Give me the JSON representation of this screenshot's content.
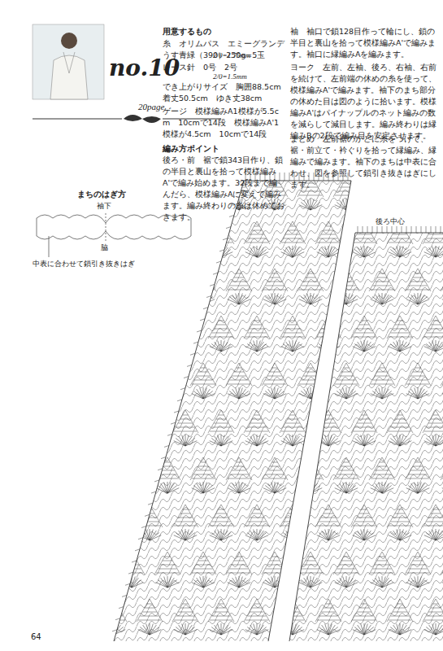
{
  "diagram": {
    "title": "no.10",
    "labels": [
      "20page",
      "用意するもの",
      "糸　オリムパス　エミーグランデ　うす青緑（390）250g=5玉",
      "レース針　0号　2号",
      "2/0=1.75mm",
      "2/0=1.5mm",
      "でき上がりサイズ　胸囲88.5cm　着丈50.5cm　ゆき丈38cm",
      "ゲージ　模様編みA1模様が5.5cm　10cmで14段　模様編みA'1模様が4.5cm　10cmで14段",
      "編み方ポイント",
      "後ろ・前　裾で鎖343目作り、鎖の半目と裏山を拾って模様編みA'で編み始めます。32段まで編んだら、模様編みAに変えて編みます。編み終わりの糸は休めておきます。",
      "袖　袖口で鎖128目作って輪にし、鎖の半目と裏山を拾って模様編みA'で編みます。袖口に縁編みAを編みます。",
      "ヨーク　左前、左袖、後ろ、右袖、右前を続けて、左前端の休めの糸を使って、模様編みA'で編みます。袖下のまち部分の休めた目は図のように拾います。模様編みA'はパイナップルのネット編みの数を減らして減目します。編み終わりは縁編みBの2段で編み目を安定させます。",
      "まとめ　左前裾のかどに糸をつけて、裾・前立て・衿ぐりを拾って縁編み、縁編みで編みます。袖下のまちは中表に合わせ、図を参照して鎖引き抜きはぎにします。",
      "まちのはぎ方",
      "袖下",
      "脇",
      "中表に合わせて鎖引き抜きはぎ",
      "後ろ中心",
      "64"
    ]
  }
}
